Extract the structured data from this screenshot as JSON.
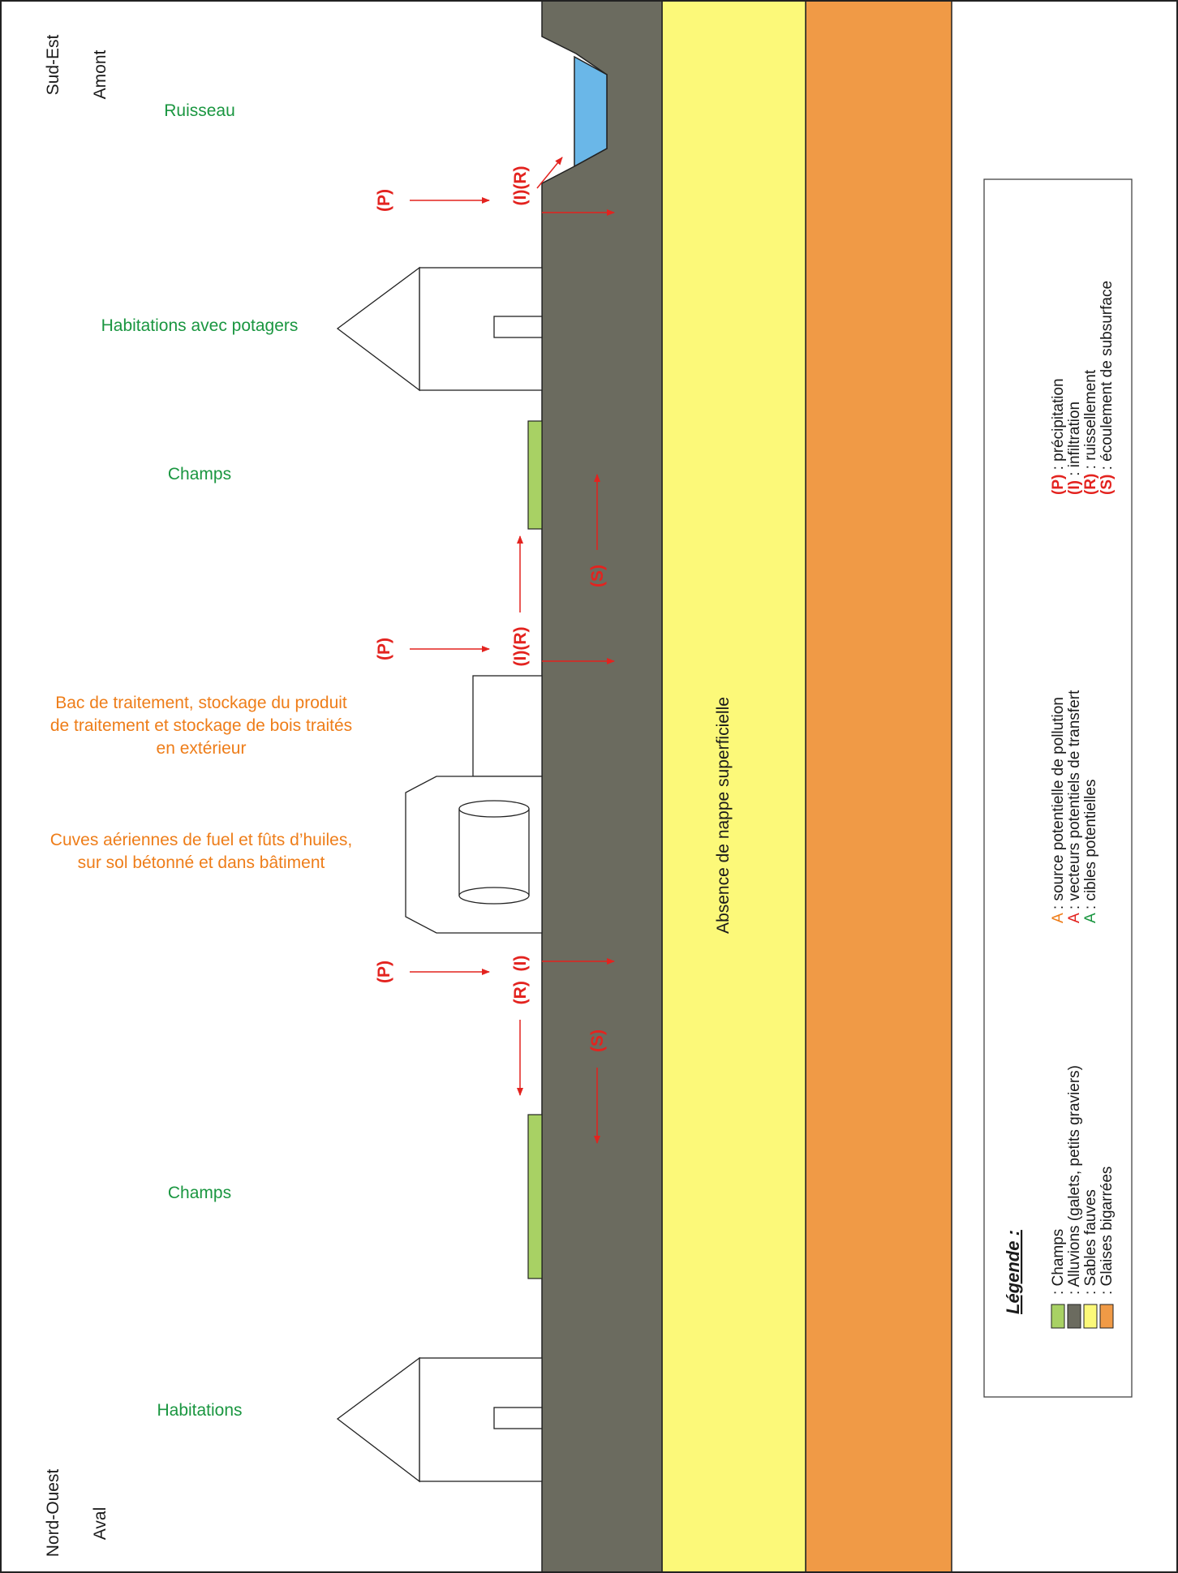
{
  "orientation": {
    "left_top": "Sud-Est",
    "left_top_2": "Amont",
    "left_bottom": "Nord-Ouest",
    "left_bottom_2": "Aval"
  },
  "labels": {
    "ruisseau": "Ruisseau",
    "habitations_potagers": "Habitations avec potagers",
    "champs_top": "Champs",
    "bac_line1": "Bac de traitement, stockage du produit",
    "bac_line2": "de traitement et stockage de bois traités",
    "bac_line3": "en extérieur",
    "cuves_line1": "Cuves aériennes de fuel et fûts d’huiles,",
    "cuves_line2": "sur sol bétonné et dans bâtiment",
    "champs_bottom": "Champs",
    "habitations": "Habitations",
    "nappe": "Absence de nappe superficielle"
  },
  "vectors": {
    "p": "(P)",
    "i": "(I)",
    "r": "(R)",
    "s": "(S)",
    "ir": "(I)(R)",
    "r_i": "(R)  (I)"
  },
  "legend": {
    "title": "Légende :",
    "layers": [
      {
        "label": ": Champs",
        "color": "#a8d164"
      },
      {
        "label": ": Alluvions (galets, petits graviers)",
        "color": "#6b6b5f"
      },
      {
        "label": ": Sables fauves",
        "color": "#fcf979"
      },
      {
        "label": ": Glaises bigarrées",
        "color": "#f09a46"
      }
    ],
    "color_key": [
      {
        "letter": "A",
        "label": " : source potentielle de pollution",
        "color": "#ee7d19"
      },
      {
        "letter": "A",
        "label": " : vecteurs potentiels de transfert",
        "color": "#e3231f"
      },
      {
        "letter": "A",
        "label": " : cibles potentielles",
        "color": "#1a9640"
      }
    ],
    "vector_key": [
      {
        "code": "(P)",
        "label": " : précipitation"
      },
      {
        "code": "(I)",
        "label": " : infiltration"
      },
      {
        "code": "(R)",
        "label": " : ruissellement"
      },
      {
        "code": "(S)",
        "label": " : écoulement de subsurface"
      }
    ]
  },
  "colors": {
    "alluvions": "#6b6b5f",
    "sables": "#fcf979",
    "glaises": "#f09a46",
    "champs": "#a8d164",
    "ruisseau": "#6ab7e8",
    "cibles": "#1a9640",
    "sources": "#ee7d19",
    "vecteurs": "#e3231f"
  }
}
